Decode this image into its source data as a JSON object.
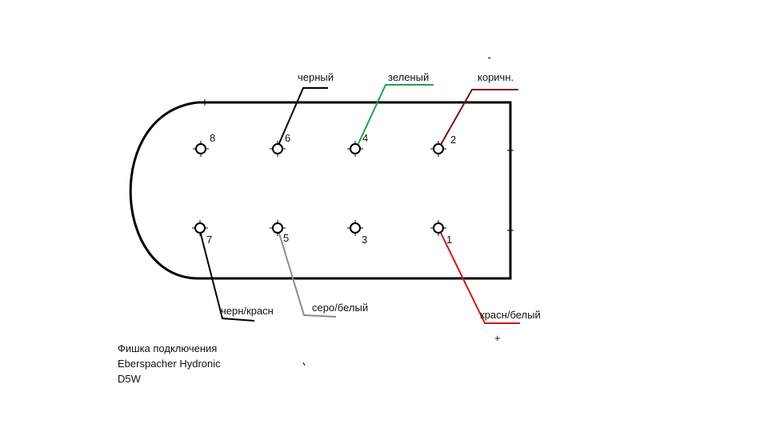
{
  "diagram": {
    "pins": [
      {
        "number": "8",
        "wire": null
      },
      {
        "number": "6",
        "wire": {
          "label": "черный",
          "color": "#000000"
        }
      },
      {
        "number": "4",
        "wire": {
          "label": "зеленый",
          "color": "#1aa64a"
        }
      },
      {
        "number": "2",
        "wire": {
          "label": "коричн.",
          "color": "#7a1212"
        }
      },
      {
        "number": "7",
        "wire": {
          "label": "черн/красн",
          "color": "#000000"
        }
      },
      {
        "number": "5",
        "wire": {
          "label": "серо/белый",
          "color": "#8c8c8c"
        }
      },
      {
        "number": "3",
        "wire": null
      },
      {
        "number": "1",
        "wire": {
          "label": "красн/белый",
          "color": "#d01818"
        }
      }
    ],
    "plus_sign": "+",
    "outline_color": "#000000"
  },
  "caption": {
    "line1": "Фишка подключения",
    "line2": "Eberspacher Hydronic",
    "line3": "D5W"
  }
}
